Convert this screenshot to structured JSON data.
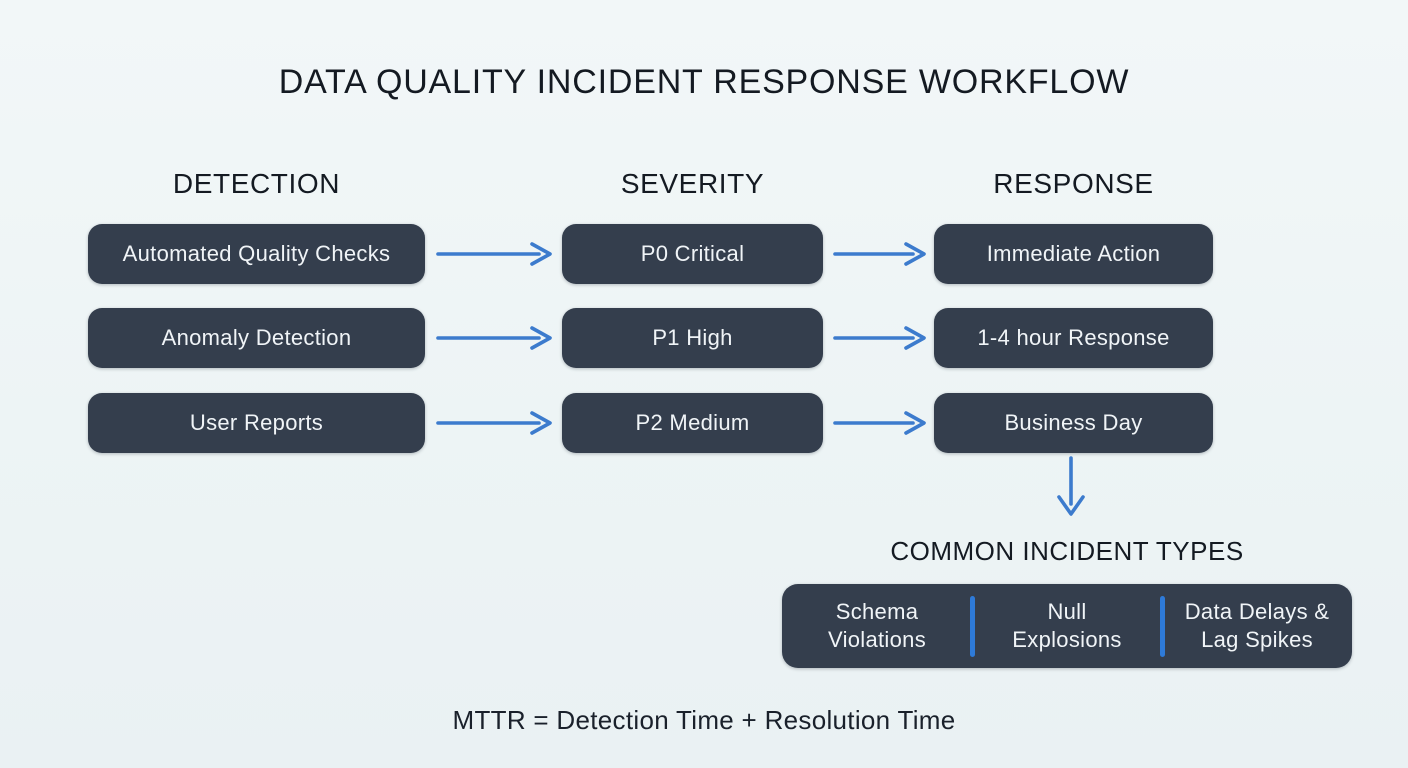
{
  "theme": {
    "bg": "#eff5f6",
    "box_bg": "#343e4d",
    "box_text": "#f0f4f7",
    "heading_color": "#141a22",
    "accent": "#3c7bcd",
    "divider_accent": "#2e7ad8"
  },
  "title": "DATA QUALITY INCIDENT RESPONSE WORKFLOW",
  "columns": [
    {
      "header": "DETECTION",
      "items": [
        "Automated Quality Checks",
        "Anomaly Detection",
        "User Reports"
      ]
    },
    {
      "header": "SEVERITY",
      "items": [
        "P0 Critical",
        "P1 High",
        "P2 Medium"
      ]
    },
    {
      "header": "RESPONSE",
      "items": [
        "Immediate Action",
        "1-4 hour Response",
        "Business Day"
      ]
    }
  ],
  "incident_types": {
    "heading": "COMMON INCIDENT TYPES",
    "items": [
      {
        "line1": "Schema",
        "line2": "Violations"
      },
      {
        "line1": "Null",
        "line2": "Explosions"
      },
      {
        "line1": "Data Delays &",
        "line2": "Lag Spikes"
      }
    ]
  },
  "footer": {
    "formula": "MTTR = Detection Time + Resolution Time"
  }
}
